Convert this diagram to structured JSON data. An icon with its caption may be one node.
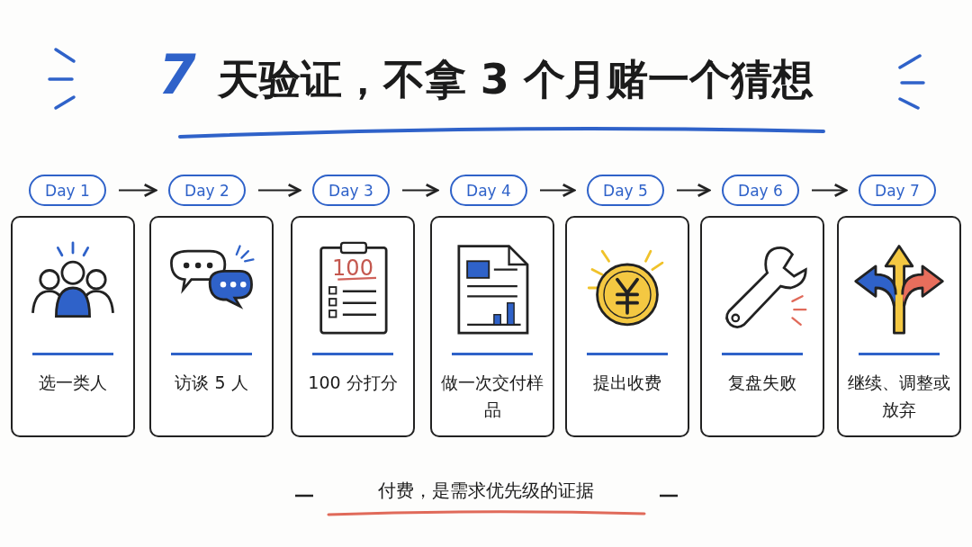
{
  "diagram": {
    "title": "7 天验证，不拿 3 个月赌一个猜想",
    "caption": "付费，是需求优先级的证据",
    "nodes": [
      {
        "text": [
          "Day 1"
        ]
      },
      {
        "text": [
          "Day 2"
        ]
      },
      {
        "text": [
          "Day 3"
        ]
      },
      {
        "text": [
          "Day 4"
        ]
      },
      {
        "text": [
          "Day 5"
        ]
      },
      {
        "text": [
          "Day 6"
        ]
      },
      {
        "text": [
          "Day 7"
        ]
      },
      {
        "text": [
          "选一类人"
        ]
      },
      {
        "text": [
          "访谈 5 人"
        ]
      },
      {
        "text": [
          "100 分打分"
        ]
      },
      {
        "text": [
          "做一次交付样品"
        ]
      },
      {
        "text": [
          "提出收费"
        ]
      },
      {
        "text": [
          "复盘失败"
        ]
      },
      {
        "text": [
          "继续、调整或放弃"
        ]
      }
    ],
    "edges": [
      {
        "from": 0,
        "to": 1,
        "arrow": "to"
      },
      {
        "from": 1,
        "to": 2,
        "arrow": "to"
      },
      {
        "from": 2,
        "to": 3,
        "arrow": "to"
      },
      {
        "from": 3,
        "to": 4,
        "arrow": "to"
      },
      {
        "from": 4,
        "to": 5,
        "arrow": "to"
      },
      {
        "from": 5,
        "to": 6,
        "arrow": "to"
      }
    ],
    "labels": [
      "100"
    ]
  }
}
